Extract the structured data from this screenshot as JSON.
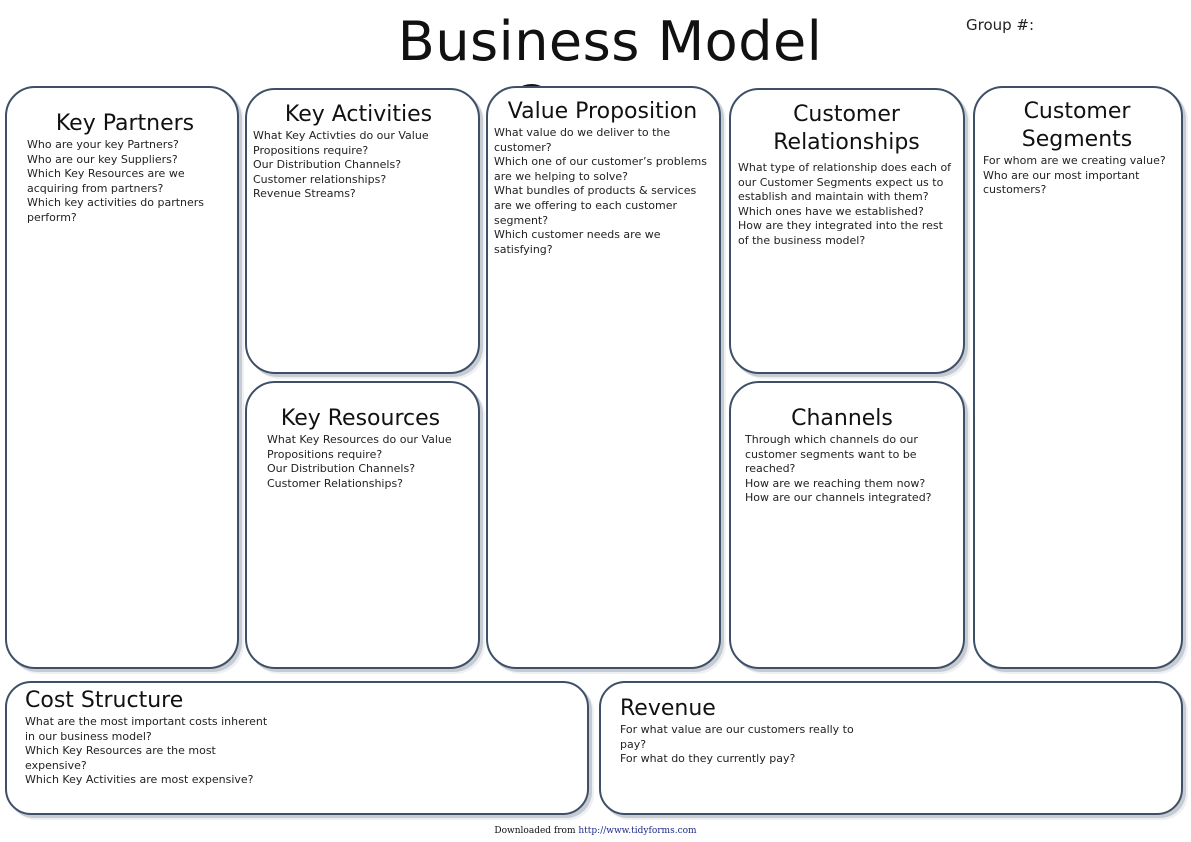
{
  "title": "Business Model Canvas",
  "group_label": "Group #:",
  "boxes": {
    "key_partners": {
      "heading": "Key Partners",
      "questions": [
        "Who are your key Partners?",
        "Who are our key Suppliers?",
        "Which Key Resources are we acquiring from partners?",
        "Which key activities do partners perform?"
      ]
    },
    "key_activities": {
      "heading": "Key Activities",
      "questions": [
        "What Key Activties do our Value Propositions require?",
        "Our Distribution Channels?",
        "Customer relationships?",
        "Revenue Streams?"
      ]
    },
    "key_resources": {
      "heading": "Key Resources",
      "questions": [
        "What Key Resources do our Value Propositions require?",
        "Our Distribution Channels?",
        "Customer Relationships?"
      ]
    },
    "value_proposition": {
      "heading": "Value Proposition",
      "questions": [
        "What value do we deliver to the customer?",
        "Which one of our customer’s problems are we helping to solve?",
        "What bundles of products & services are we offering to each customer segment?",
        "Which customer needs are we satisfying?"
      ]
    },
    "customer_relationships": {
      "heading": "Customer Relationships",
      "questions": [
        "What type of relationship  does each of our Customer Segments expect us to establish and maintain with them?",
        "Which ones have we established?",
        "How are they  integrated into the rest of the business model?"
      ]
    },
    "channels": {
      "heading": "Channels",
      "questions": [
        "Through which channels do our customer segments want to be reached?",
        "How are we reaching them now?",
        "How are our channels integrated?"
      ]
    },
    "customer_segments": {
      "heading": "Customer Segments",
      "questions": [
        "For whom are we creating value?",
        "Who are our most important customers?"
      ]
    },
    "cost_structure": {
      "heading": "Cost Structure",
      "questions": [
        "What are the most important costs inherent in our business model?",
        "Which Key Resources are the most expensive?",
        "Which Key Activities are most expensive?"
      ]
    },
    "revenue": {
      "heading": "Revenue",
      "questions": [
        "For what value are our customers really to pay?",
        "For what do they currently pay?"
      ]
    }
  },
  "footer": {
    "prefix": "Downloaded from",
    "link": "http://www.tidyforms.com"
  }
}
